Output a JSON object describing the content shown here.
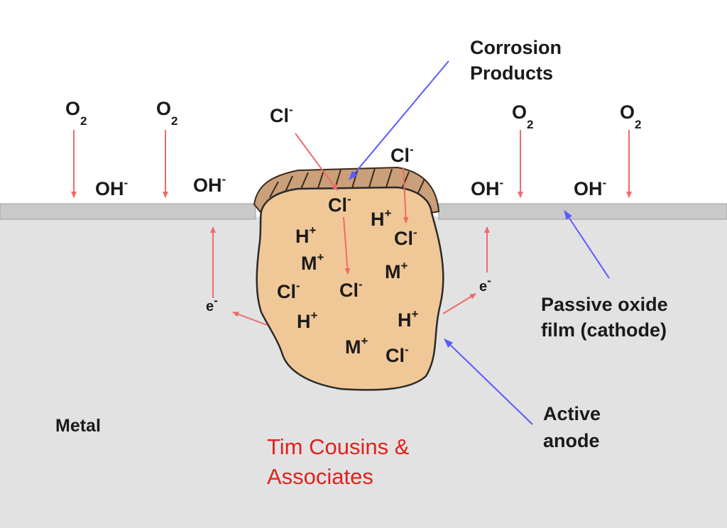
{
  "labels": {
    "corrosion_products_line1": "Corrosion",
    "corrosion_products_line2": "Products",
    "passive_film_line1": "Passive oxide",
    "passive_film_line2": "film (cathode)",
    "active_anode_line1": "Active",
    "active_anode_line2": "anode",
    "metal": "Metal"
  },
  "credit": {
    "line1": "Tim Cousins &",
    "line2": "Associates"
  },
  "ions": {
    "oxygen": "O",
    "oxygen_sub": "2",
    "hydroxide": "OH",
    "hydroxide_sup": "-",
    "chloride": "Cl",
    "chloride_sup": "-",
    "hydrogen": "H",
    "hydrogen_sup": "+",
    "metal_ion": "M",
    "metal_ion_sup": "+",
    "electron": "e",
    "electron_sup": "-"
  },
  "colors": {
    "metal": "#e2e2e2",
    "film": "#c8c8c8",
    "pit": "#f0c897",
    "red_arrow": "#f06a6a",
    "blue_pointer": "#5a5aff",
    "credit": "#e0211b"
  }
}
